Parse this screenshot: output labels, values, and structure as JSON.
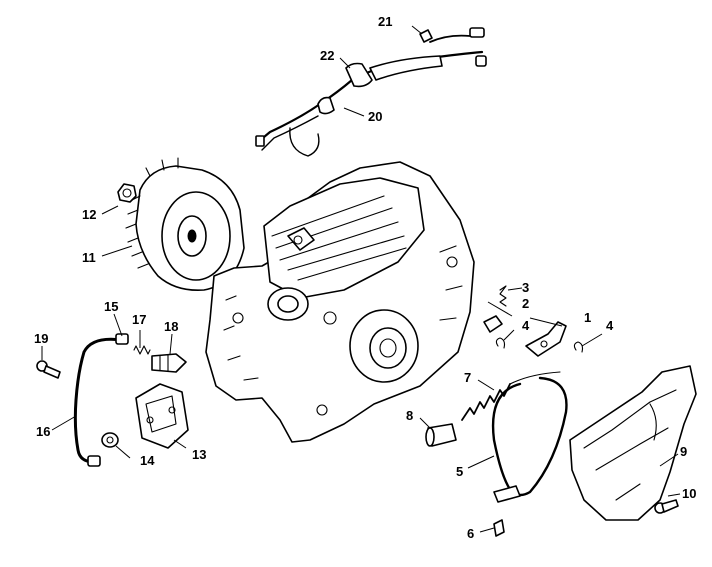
{
  "callouts": {
    "c1": "1",
    "c2": "2",
    "c3": "3",
    "c4a": "4",
    "c4b": "4",
    "c5": "5",
    "c6": "6",
    "c7": "7",
    "c8": "8",
    "c9": "9",
    "c10": "10",
    "c11": "11",
    "c12": "12",
    "c13": "13",
    "c14": "14",
    "c15": "15",
    "c16": "16",
    "c17": "17",
    "c18": "18",
    "c19": "19",
    "c20": "20",
    "c21": "21",
    "c22": "22"
  }
}
